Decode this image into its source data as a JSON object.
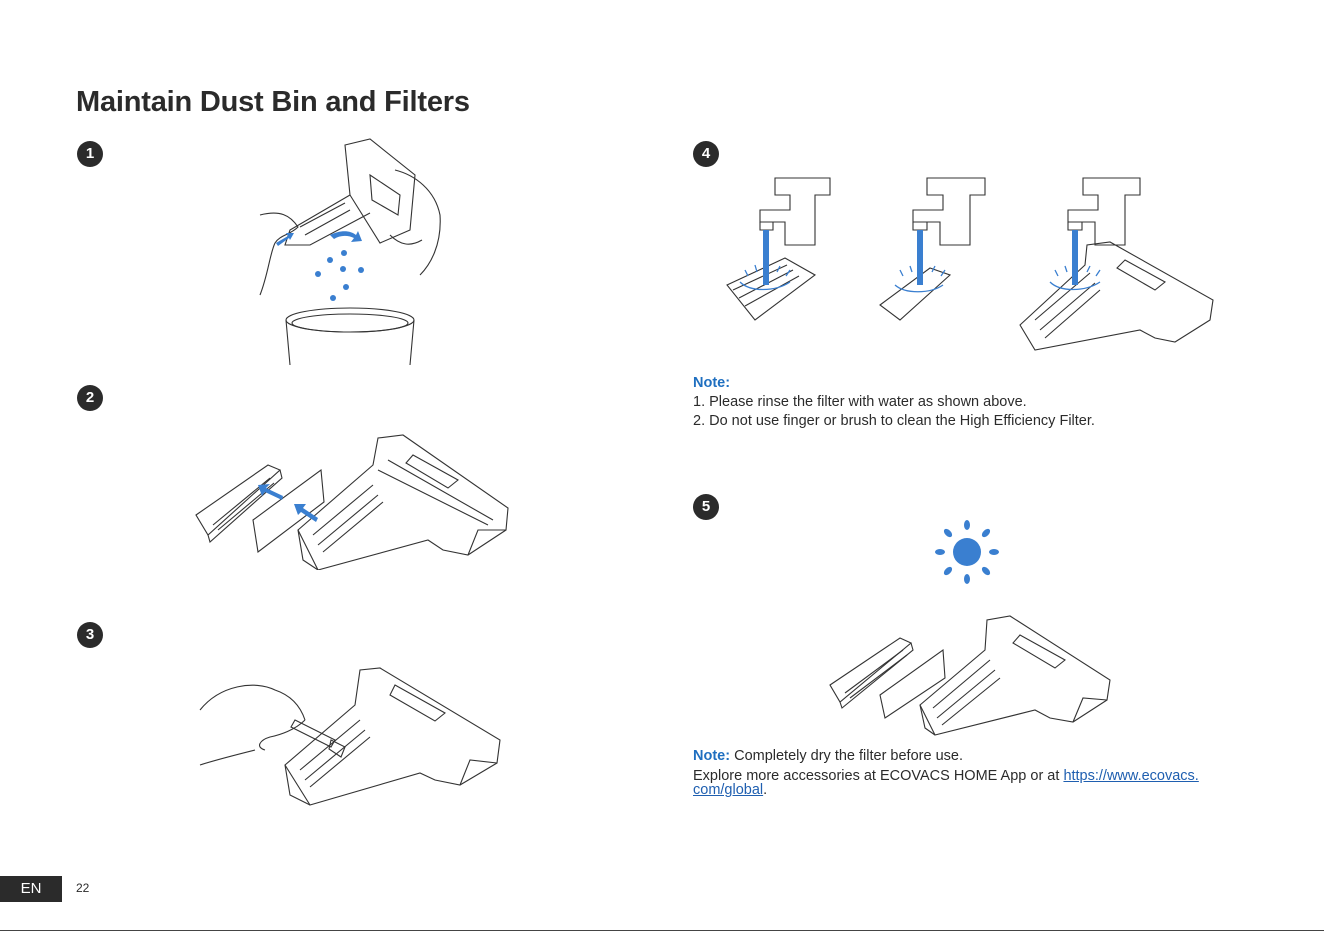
{
  "page": {
    "title": "Maintain Dust Bin and Filters",
    "language_tab": "EN",
    "page_number": "22"
  },
  "steps": [
    {
      "number": "1"
    },
    {
      "number": "2"
    },
    {
      "number": "3"
    },
    {
      "number": "4"
    },
    {
      "number": "5"
    }
  ],
  "note1": {
    "label": "Note:",
    "line1": "1. Please rinse the filter with water as shown above.",
    "line2": "2. Do not use finger or brush to clean the High Efficiency Filter."
  },
  "note2": {
    "label": "Note:",
    "text": " Completely dry the filter before use.",
    "explore_prefix": "Explore more accessories at ECOVACS HOME App or at ",
    "link_part1": "https://www.ecovacs.",
    "link_part2": "com/global",
    "explore_suffix": "."
  },
  "colors": {
    "accent": "#1f6fc0",
    "illustration_blue": "#3a7fd0",
    "dark": "#2b2b2b"
  },
  "icons": [
    "sun-icon",
    "water-stream-icon",
    "arrow-icon",
    "faucet-icon"
  ]
}
